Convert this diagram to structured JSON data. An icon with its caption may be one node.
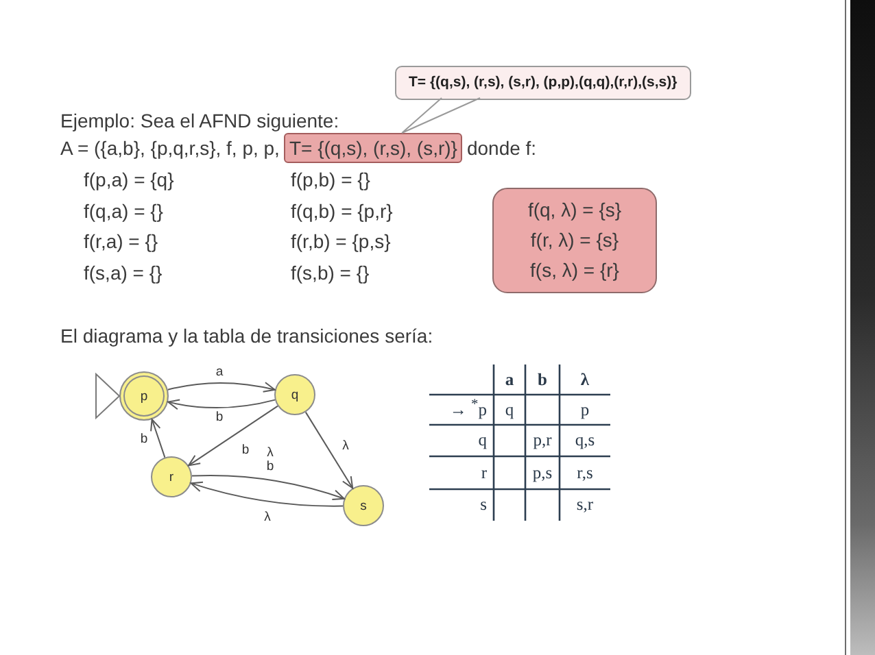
{
  "diagram": {
    "nodes": [
      {
        "text": [
          "T= {(q,s), (r,s), (s,r), (p,p),(q,q),(r,r),(s,s)}"
        ]
      },
      {
        "text": [
          "T= {(q,s), (r,s), (s,r)}"
        ]
      },
      {
        "text": [
          "f(q, λ) = {s}",
          "f(r, λ) = {s}",
          "f(s, λ) = {r}"
        ]
      },
      {
        "text": [
          "p"
        ]
      },
      {
        "text": [
          "q"
        ]
      },
      {
        "text": [
          "r"
        ]
      },
      {
        "text": [
          "s"
        ]
      }
    ],
    "edges": [
      {
        "from": 0,
        "to": 1,
        "arrow": "none"
      },
      {
        "from": null,
        "to": 3,
        "arrow": "to"
      },
      {
        "from": 3,
        "to": 4,
        "arrow": "to",
        "label": "a"
      },
      {
        "from": 4,
        "to": 3,
        "arrow": "to",
        "label": "b"
      },
      {
        "from": 5,
        "to": 3,
        "arrow": "to",
        "label": "b"
      },
      {
        "from": 4,
        "to": 5,
        "arrow": "to",
        "label": "b"
      },
      {
        "from": 4,
        "to": 6,
        "arrow": "to",
        "label": "λ"
      },
      {
        "from": 5,
        "to": 6,
        "arrow": "to",
        "label": "λ b"
      },
      {
        "from": 6,
        "to": 5,
        "arrow": "to",
        "label": "λ"
      }
    ],
    "labels": [
      "Ejemplo: Sea el AFND siguiente:",
      "A = ({a,b}, {p,q,r,s}, f, p, p,",
      "donde f:",
      "f(p,a) = {q}",
      "f(p,b) = {}",
      "f(q,a) = {}",
      "f(q,b) = {p,r}",
      "f(r,a) = {}",
      "f(r,b) = {p,s}",
      "f(s,a) = {}",
      "f(s,b) = {}",
      "El diagrama y la tabla de transiciones sería:",
      "a",
      "b",
      "λ",
      "→ $^{*}$p",
      "q",
      "p",
      "q",
      "p,r",
      "q,s",
      "r",
      "p,s",
      "r,s",
      "s",
      "s,r"
    ]
  }
}
